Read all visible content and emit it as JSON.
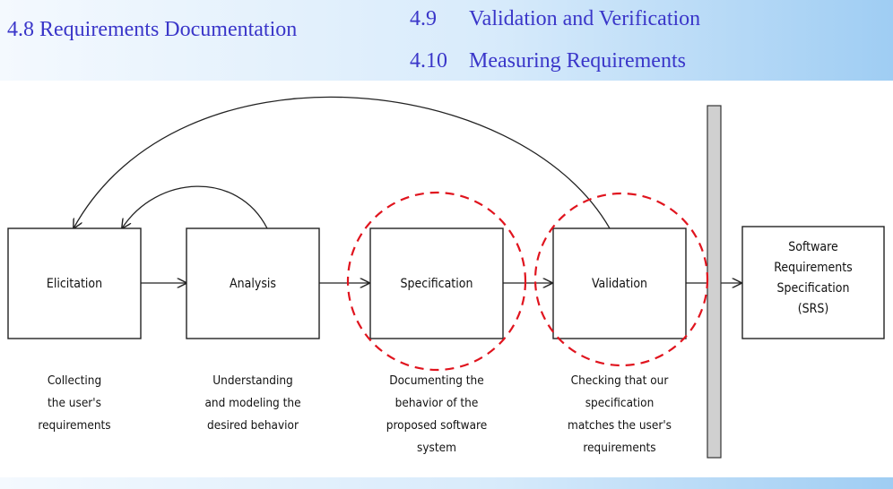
{
  "header": {
    "left_title": "4.8 Requirements Documentation",
    "items": [
      {
        "num": "4.9",
        "label": "Validation and Verification"
      },
      {
        "num": "4.10",
        "label": "Measuring Requirements"
      }
    ]
  },
  "diagram": {
    "stages": [
      {
        "name": "Elicitation",
        "description": [
          "Collecting",
          "the user's",
          "requirements"
        ]
      },
      {
        "name": "Analysis",
        "description": [
          "Understanding",
          "and modeling the",
          "desired behavior"
        ]
      },
      {
        "name": "Specification",
        "description": [
          "Documenting the",
          "behavior of the",
          "proposed software",
          "system"
        ]
      },
      {
        "name": "Validation",
        "description": [
          "Checking that our",
          "specification",
          "matches the user's",
          "requirements"
        ]
      }
    ],
    "output": {
      "lines": [
        "Software",
        "Requirements",
        "Specification",
        "(SRS)"
      ]
    },
    "highlight_color": "#e0141e"
  }
}
